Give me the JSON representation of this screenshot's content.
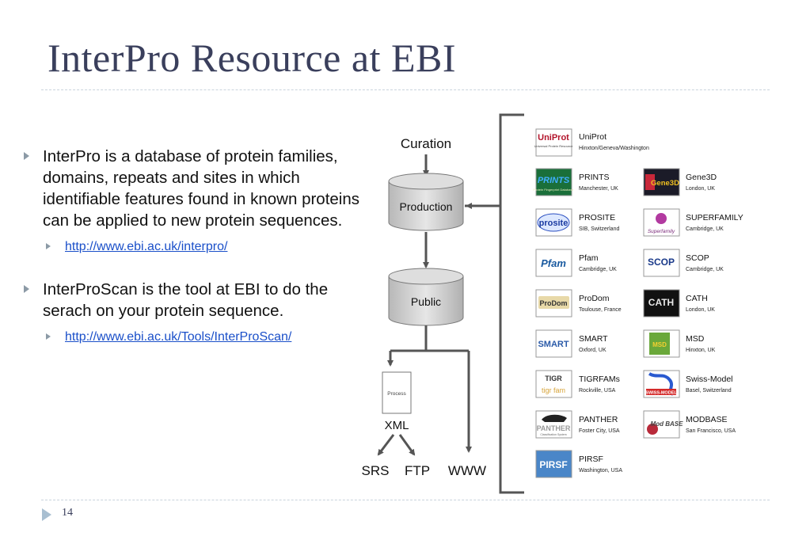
{
  "title": "InterPro Resource at EBI",
  "bullets": [
    {
      "text": "InterPro is a database of protein families, domains, repeats and sites in which identifiable features found in known proteins can be applied to new protein sequences.",
      "link": "http://www.ebi.ac.uk/interpro/"
    },
    {
      "text": "InterProScan is the tool at EBI to do the serach on your protein sequence.",
      "link": "http://www.ebi.ac.uk/Tools/InterProScan/"
    }
  ],
  "page_number": "14",
  "diagram": {
    "curation": "Curation",
    "production": "Production",
    "public": "Public",
    "process": "Process",
    "xml": "XML",
    "srs": "SRS",
    "ftp": "FTP",
    "www": "WWW"
  },
  "databases": [
    {
      "name": "UniProt",
      "location": "Hinxton/Geneva/Washington",
      "logo": "UniProt",
      "logo_sub": "Universal Protein Resource"
    },
    {
      "name": "PRINTS",
      "location": "Manchester, UK",
      "logo": "PRINTS",
      "logo_sub": "Protein Fingerprint Database"
    },
    {
      "name": "Gene3D",
      "location": "London, UK",
      "logo": "Gene3D"
    },
    {
      "name": "PROSITE",
      "location": "SIB, Switzerland",
      "logo": "prosite"
    },
    {
      "name": "SUPERFAMILY",
      "location": "Cambridge, UK",
      "logo": "Superfamily"
    },
    {
      "name": "Pfam",
      "location": "Cambridge, UK",
      "logo": "Pfam"
    },
    {
      "name": "SCOP",
      "location": "Cambridge, UK",
      "logo": "SCOP"
    },
    {
      "name": "ProDom",
      "location": "Toulouse, France",
      "logo": "ProDom"
    },
    {
      "name": "CATH",
      "location": "London, UK",
      "logo": "CATH"
    },
    {
      "name": "SMART",
      "location": "Oxford, UK",
      "logo": "SMART"
    },
    {
      "name": "MSD",
      "location": "Hinxton, UK",
      "logo": "MSD"
    },
    {
      "name": "TIGRFAMs",
      "location": "Rockville, USA",
      "logo": "TIGR",
      "logo_sub": "tigr fam"
    },
    {
      "name": "Swiss-Model",
      "location": "Basel, Switzerland",
      "logo": "SWISS-MODEL"
    },
    {
      "name": "PANTHER",
      "location": "Foster City, USA",
      "logo": "PANTHER",
      "logo_sub": "Classification System"
    },
    {
      "name": "MODBASE",
      "location": "San Francisco, USA",
      "logo": "Mod BASE"
    },
    {
      "name": "PIRSF",
      "location": "Washington, USA",
      "logo": "PIRSF"
    }
  ]
}
